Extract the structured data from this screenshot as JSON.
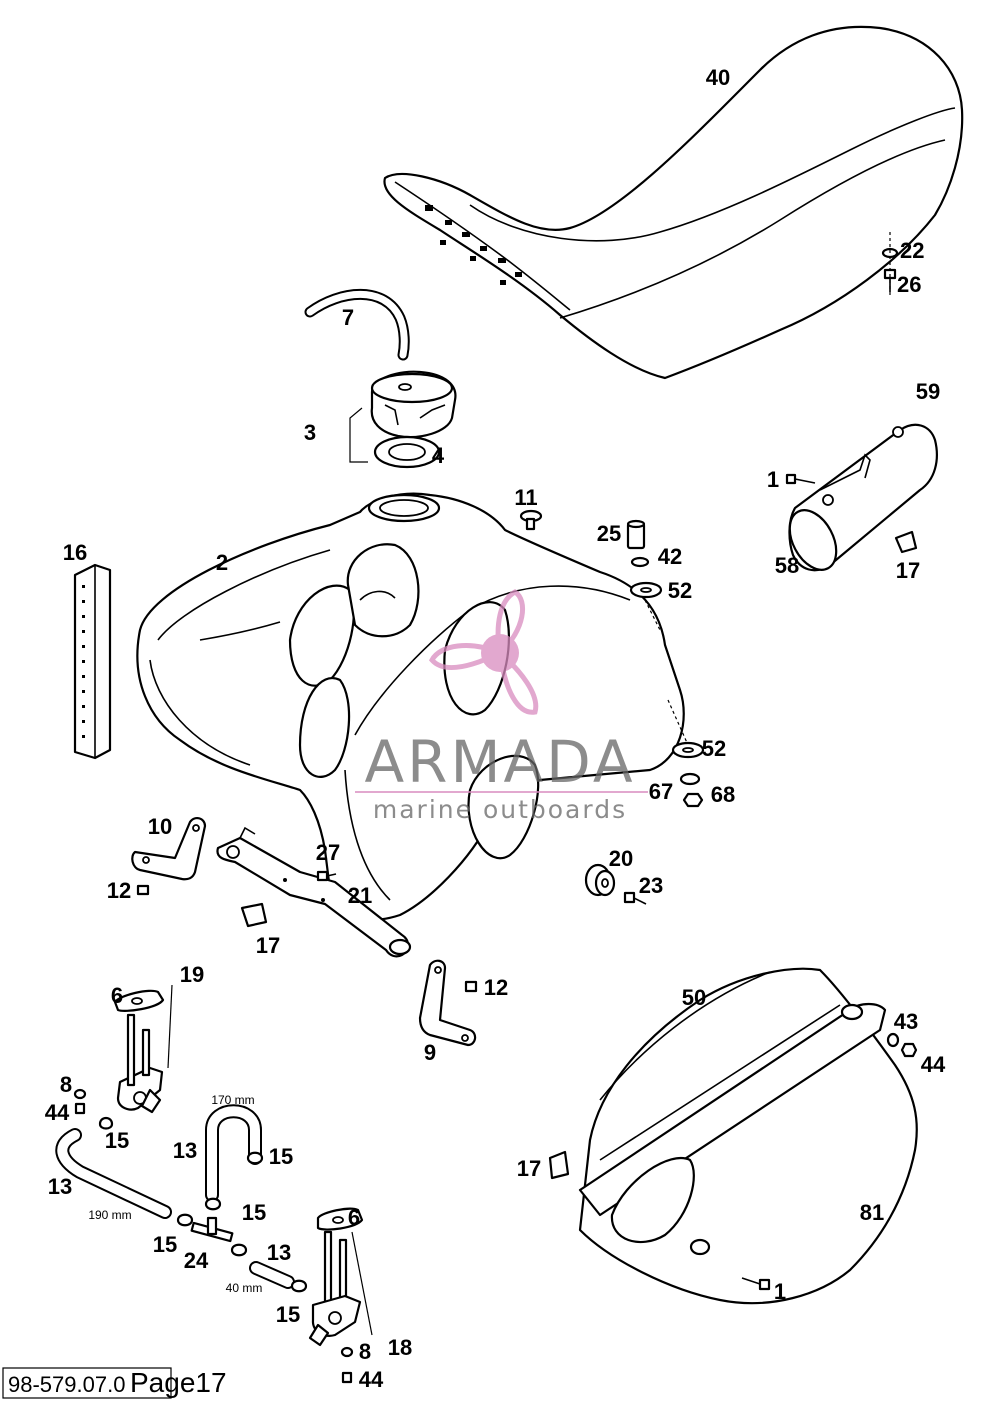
{
  "callouts": [
    {
      "id": "c40",
      "text": "40"
    },
    {
      "id": "c22",
      "text": "22"
    },
    {
      "id": "c26",
      "text": "26"
    },
    {
      "id": "c7",
      "text": "7"
    },
    {
      "id": "c3",
      "text": "3"
    },
    {
      "id": "c4",
      "text": "4"
    },
    {
      "id": "c59",
      "text": "59"
    },
    {
      "id": "c1a",
      "text": "1"
    },
    {
      "id": "c58",
      "text": "58"
    },
    {
      "id": "c17a",
      "text": "17"
    },
    {
      "id": "c16",
      "text": "16"
    },
    {
      "id": "c2",
      "text": "2"
    },
    {
      "id": "c11",
      "text": "11"
    },
    {
      "id": "c25",
      "text": "25"
    },
    {
      "id": "c42",
      "text": "42"
    },
    {
      "id": "c52a",
      "text": "52"
    },
    {
      "id": "c52b",
      "text": "52"
    },
    {
      "id": "c67",
      "text": "67"
    },
    {
      "id": "c68",
      "text": "68"
    },
    {
      "id": "c10",
      "text": "10"
    },
    {
      "id": "c27",
      "text": "27"
    },
    {
      "id": "c12a",
      "text": "12"
    },
    {
      "id": "c21",
      "text": "21"
    },
    {
      "id": "c17b",
      "text": "17"
    },
    {
      "id": "c20",
      "text": "20"
    },
    {
      "id": "c23",
      "text": "23"
    },
    {
      "id": "c19",
      "text": "19"
    },
    {
      "id": "c6a",
      "text": "6"
    },
    {
      "id": "c12b",
      "text": "12"
    },
    {
      "id": "c9",
      "text": "9"
    },
    {
      "id": "c50",
      "text": "50"
    },
    {
      "id": "c43",
      "text": "43"
    },
    {
      "id": "c44a",
      "text": "44"
    },
    {
      "id": "c8a",
      "text": "8"
    },
    {
      "id": "c44b",
      "text": "44"
    },
    {
      "id": "c15a",
      "text": "15"
    },
    {
      "id": "c13a",
      "text": "13"
    },
    {
      "id": "c15b",
      "text": "15"
    },
    {
      "id": "c13b",
      "text": "13"
    },
    {
      "id": "c15c",
      "text": "15"
    },
    {
      "id": "c15d",
      "text": "15"
    },
    {
      "id": "c24",
      "text": "24"
    },
    {
      "id": "c13c",
      "text": "13"
    },
    {
      "id": "c6b",
      "text": "6"
    },
    {
      "id": "c17c",
      "text": "17"
    },
    {
      "id": "c81",
      "text": "81"
    },
    {
      "id": "c1b",
      "text": "1"
    },
    {
      "id": "c15e",
      "text": "15"
    },
    {
      "id": "c18",
      "text": "18"
    },
    {
      "id": "c8b",
      "text": "8"
    },
    {
      "id": "c44c",
      "text": "44"
    }
  ],
  "dimensions": {
    "d170": "170 mm",
    "d190": "190 mm",
    "d40": "40 mm"
  },
  "watermark": {
    "brand": "ARMADA",
    "tagline": "marine outboards",
    "color": "#d98cbf"
  },
  "footer": {
    "doc_code": "98-579.07.0",
    "page_label": "Page17"
  }
}
